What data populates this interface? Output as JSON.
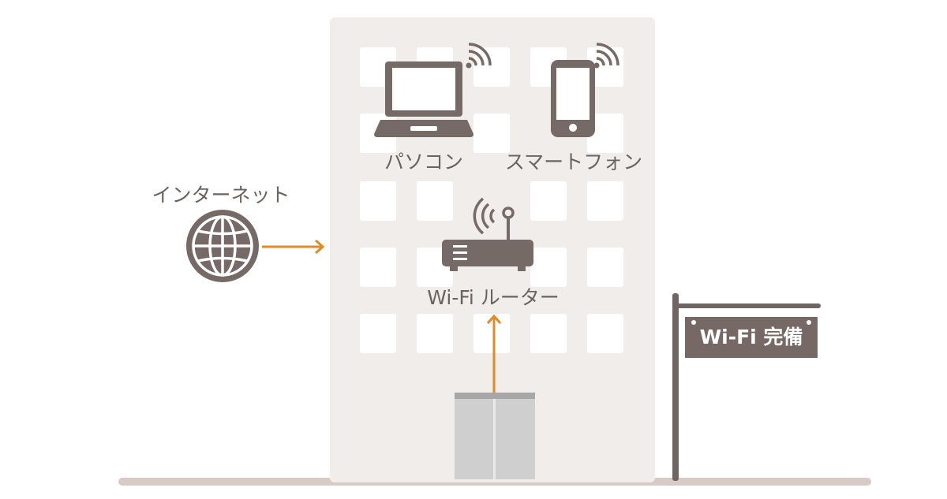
{
  "labels": {
    "internet": "インターネット",
    "pc": "パソコン",
    "smartphone": "スマートフォン",
    "router": "Wi-Fi ルーター",
    "sign": "Wi-Fi 完備"
  },
  "colors": {
    "icon": "#766a67",
    "arrow": "#e08a2a",
    "building": "#f1edeb",
    "ground": "#d8cac4",
    "door": "#cfcfcf",
    "text": "#6b6360"
  },
  "icons": [
    "globe-icon",
    "laptop-icon",
    "smartphone-icon",
    "router-icon",
    "wifi-signal-icon"
  ]
}
